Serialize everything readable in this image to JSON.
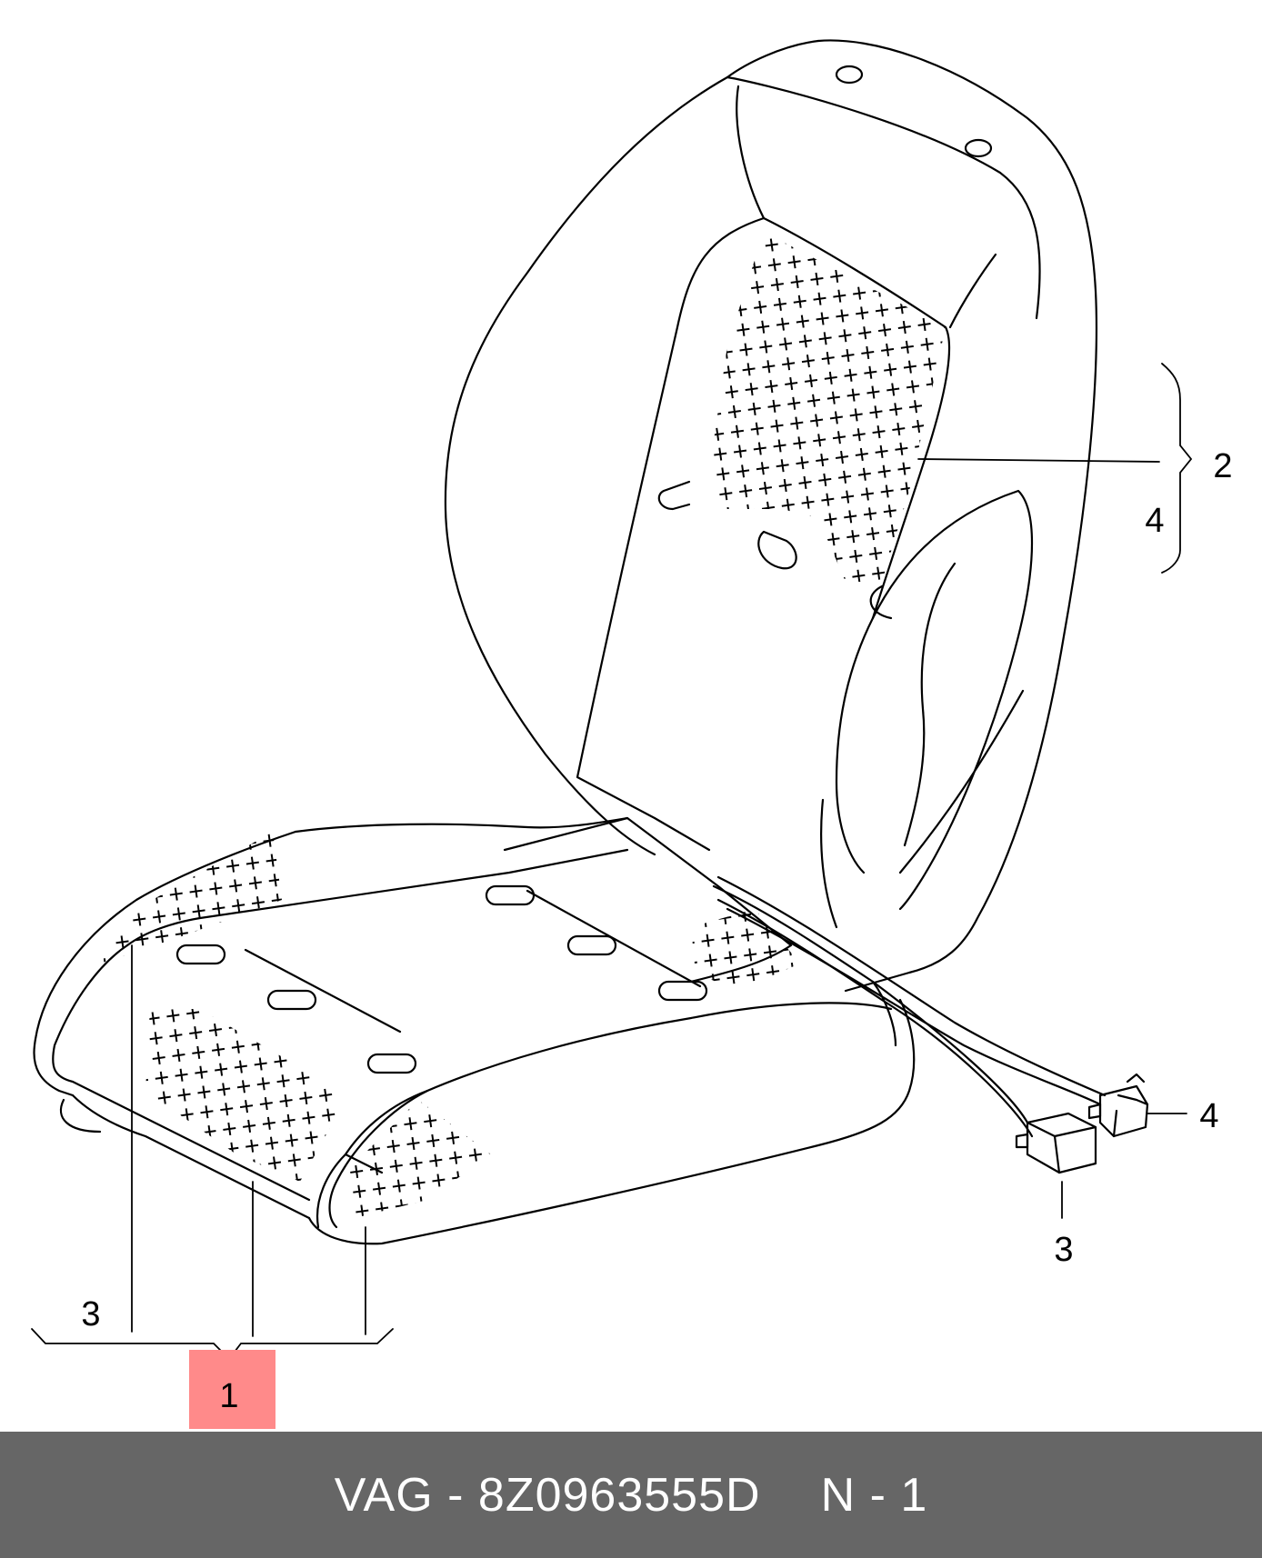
{
  "callouts": {
    "one": "1",
    "two": "2",
    "three_left": "3",
    "three_right": "3",
    "four_bracket": "4",
    "four_connector": "4"
  },
  "highlight_color": "#ff8a8a",
  "footer": {
    "part_number": "VAG - 8Z0963555D",
    "quantity": "N - 1",
    "background": "#666666"
  },
  "icons": [
    "seat-backrest-illustration",
    "seat-cushion-illustration",
    "heating-mat-pattern",
    "wiring-harness",
    "connector-plug"
  ]
}
